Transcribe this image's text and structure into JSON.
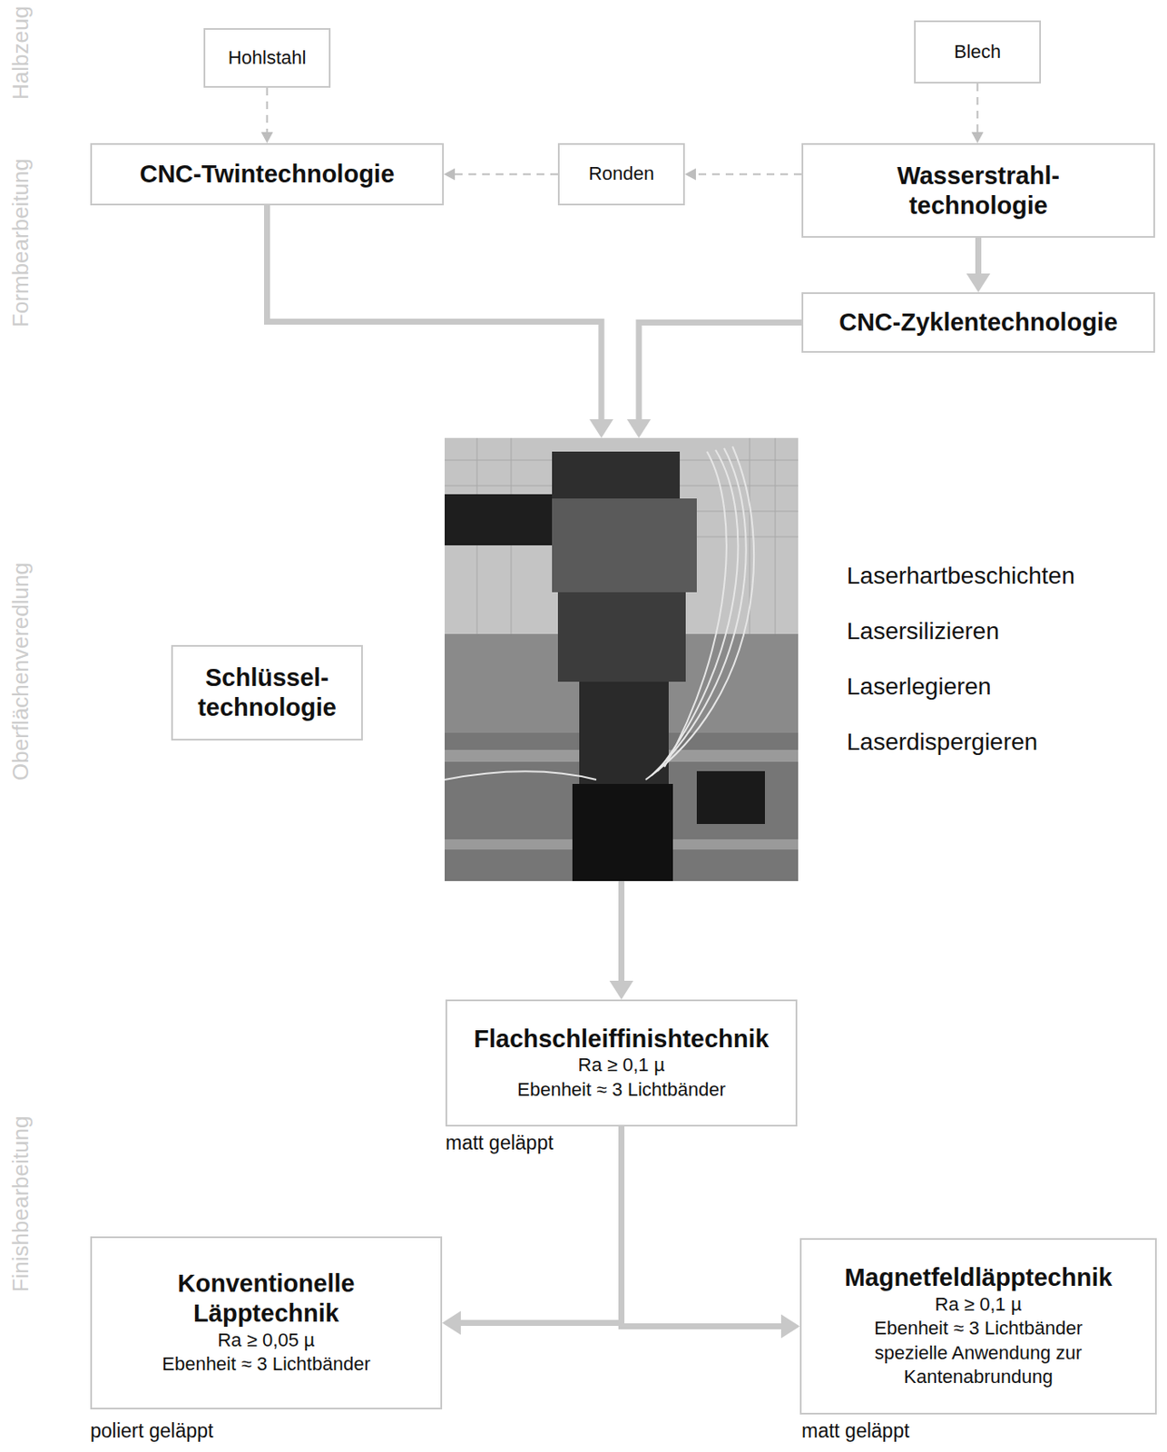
{
  "diagram": {
    "nodes": [
      {
        "text": [
          "Hohlstahl"
        ]
      },
      {
        "text": [
          "Blech"
        ]
      },
      {
        "text": [
          "CNC-Twintechnologie"
        ]
      },
      {
        "text": [
          "Ronden"
        ]
      },
      {
        "text": [
          "Wasserstrahl- technologie"
        ]
      },
      {
        "text": [
          "CNC-Zyklentechnologie"
        ]
      },
      {
        "text": [
          "Laserhartbeschichten",
          "Lasersilizieren",
          "Laserlegieren",
          "Laserdispergieren"
        ]
      },
      {
        "text": [
          "Schlüssel- technologie"
        ]
      },
      {
        "text": [
          "Flachschleiffinishtechnik",
          "Ra ≥ 0,1 µ",
          "Ebenheit ≈ 3 Lichtbänder"
        ]
      },
      {
        "text": [
          "Konventionelle Läpptechnik",
          "Ra ≥ 0,05 µ",
          "Ebenheit ≈ 3 Lichtbänder"
        ]
      },
      {
        "text": [
          "Magnetfeldläpptechnik",
          "Ra ≥ 0,1 µ",
          "Ebenheit ≈ 3 Lichtbänder",
          "spezielle Anwendung zur Kantenabrundung"
        ]
      }
    ],
    "edges": [
      {
        "from": 0,
        "to": 2,
        "arrow": "to"
      },
      {
        "from": 1,
        "to": 4,
        "arrow": "to"
      },
      {
        "from": 4,
        "to": 3,
        "arrow": "to"
      },
      {
        "from": 3,
        "to": 2,
        "arrow": "to"
      },
      {
        "from": 4,
        "to": 5,
        "arrow": "to"
      },
      {
        "from": 2,
        "to": 6,
        "arrow": "to"
      },
      {
        "from": 5,
        "to": 6,
        "arrow": "to"
      },
      {
        "from": 6,
        "to": 8,
        "arrow": "to"
      },
      {
        "from": 8,
        "to": 9,
        "arrow": "to"
      },
      {
        "from": 8,
        "to": 10,
        "arrow": "to"
      }
    ],
    "labels": [
      "Halbzeug",
      "Formbearbeitung",
      "Oberflächenveredlung",
      "Finishbearbeitung",
      "matt geläppt",
      "poliert geläppt",
      "matt geläppt"
    ]
  }
}
